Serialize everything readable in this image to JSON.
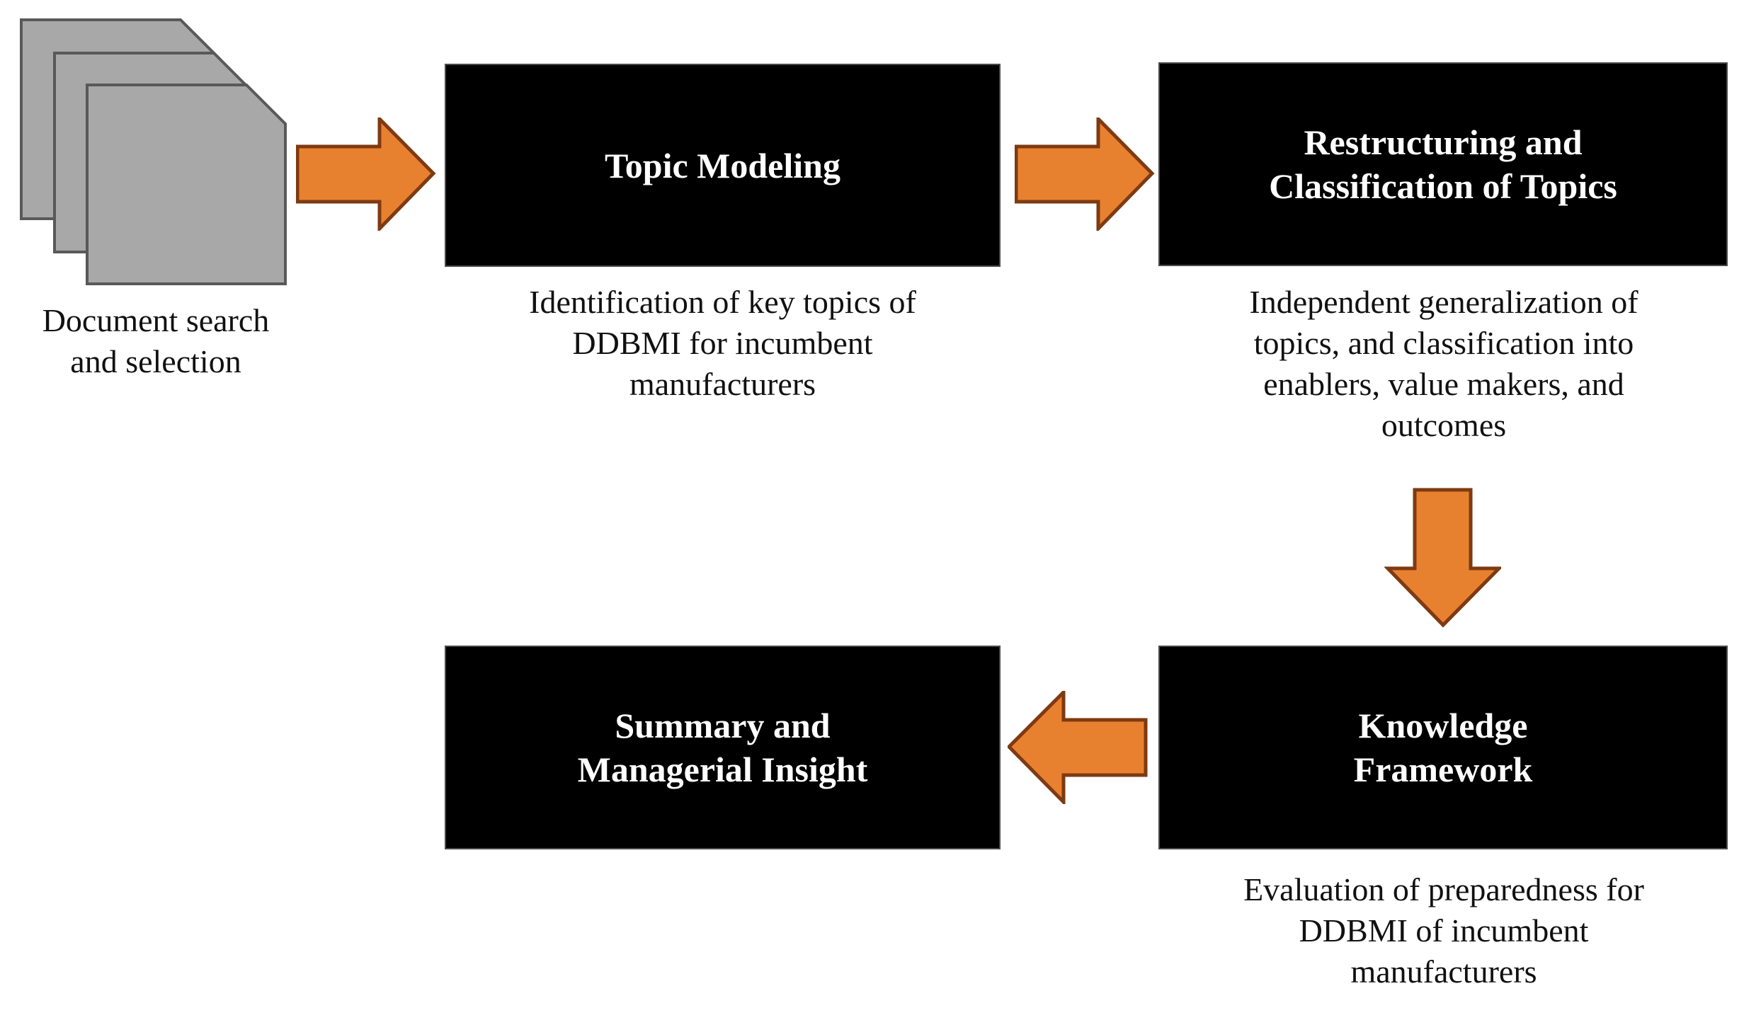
{
  "diagram": {
    "source": {
      "icon": "document-stack",
      "label": "Document search\nand selection"
    },
    "steps": [
      {
        "id": "topic-modeling",
        "title": "Topic Modeling",
        "caption": "Identification of key topics of\nDDBMI for incumbent\nmanufacturers"
      },
      {
        "id": "restructuring-classification",
        "title": "Restructuring and\nClassification of Topics",
        "caption": "Independent generalization of\ntopics, and classification into\nenablers, value makers, and\noutcomes"
      },
      {
        "id": "knowledge-framework",
        "title": "Knowledge\nFramework",
        "caption": "Evaluation of preparedness for\nDDBMI of incumbent\nmanufacturers"
      },
      {
        "id": "summary-managerial-insight",
        "title": "Summary and\nManagerial Insight",
        "caption": ""
      }
    ],
    "colors": {
      "box_bg": "#000000",
      "box_text": "#ffffff",
      "caption_text": "#111111",
      "arrow_fill": "#E8812F",
      "arrow_stroke": "#7E3A12",
      "doc_fill": "#A8A8A8",
      "doc_stroke": "#595959"
    }
  }
}
